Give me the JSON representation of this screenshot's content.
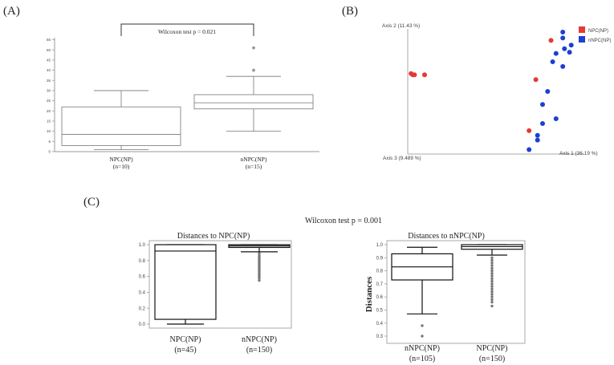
{
  "colors": {
    "npc": "#e53935",
    "nnpc": "#1e3fd1"
  },
  "chart_data": [
    {
      "panel": "(A)",
      "type": "box",
      "annotation": "Wilcoxon test p = 0.021",
      "yticks": [
        "0",
        "5",
        "10",
        "15",
        "20",
        "25",
        "30",
        "35",
        "40",
        "45",
        "50",
        "55"
      ],
      "ylim": [
        0,
        56
      ],
      "groups": [
        {
          "label": "NPC(NP)",
          "n_label": "(n=10)",
          "min": 1,
          "q1": 3,
          "median": 8.5,
          "q3": 22,
          "max": 30,
          "outliers": []
        },
        {
          "label": "nNPC(NP)",
          "n_label": "(n=15)",
          "min": 10,
          "q1": 21,
          "median": 24,
          "q3": 28,
          "max": 37,
          "outliers": [
            40,
            51
          ]
        }
      ]
    },
    {
      "panel": "(B)",
      "type": "scatter",
      "axis1": "Axis 1 (36.19 %)",
      "axis2": "Axis 2 (11.43 %)",
      "axis3": "Axis 3 (9.489 %)",
      "legend": [
        "NPC(NP)",
        "nNPC(NP)"
      ],
      "legend_position": "top-right",
      "series": [
        {
          "name": "NPC(NP)",
          "points": [
            [
              0.02,
              0.65
            ],
            [
              0.03,
              0.64
            ],
            [
              0.04,
              0.64
            ],
            [
              0.1,
              0.64
            ],
            [
              0.76,
              0.6
            ],
            [
              0.72,
              0.17
            ],
            [
              0.85,
              0.93
            ]
          ]
        },
        {
          "name": "nNPC(NP)",
          "points": [
            [
              0.92,
              1.0
            ],
            [
              0.92,
              0.95
            ],
            [
              0.97,
              0.89
            ],
            [
              0.93,
              0.86
            ],
            [
              0.96,
              0.83
            ],
            [
              0.88,
              0.82
            ],
            [
              0.86,
              0.75
            ],
            [
              0.92,
              0.71
            ],
            [
              0.83,
              0.5
            ],
            [
              0.8,
              0.39
            ],
            [
              0.88,
              0.27
            ],
            [
              0.8,
              0.23
            ],
            [
              0.77,
              0.13
            ],
            [
              0.77,
              0.09
            ],
            [
              0.72,
              0.01
            ]
          ]
        }
      ]
    },
    {
      "panel": "(C)",
      "annotation": "Wilcoxon test p = 0.001",
      "plots": [
        {
          "title": "Distances to NPC(NP)",
          "type": "box",
          "ylabel": "",
          "yticks": [
            "0.0",
            "0.2",
            "0.4",
            "0.6",
            "0.8",
            "1.0"
          ],
          "ylim": [
            0.0,
            1.0
          ],
          "groups": [
            {
              "label": "NPC(NP)",
              "n_label": "(n=45)",
              "min": 0.0,
              "q1": 0.06,
              "median": 0.92,
              "q3": 1.0,
              "max": 1.0,
              "outliers": []
            },
            {
              "label": "nNPC(NP)",
              "n_label": "(n=150)",
              "min": 0.91,
              "q1": 0.965,
              "median": 0.985,
              "q3": 1.0,
              "max": 1.0,
              "outliers": [
                0.89,
                0.86,
                0.84,
                0.82,
                0.8,
                0.78,
                0.76,
                0.74,
                0.72,
                0.7,
                0.68,
                0.66,
                0.64,
                0.62,
                0.6,
                0.58,
                0.55
              ]
            }
          ]
        },
        {
          "title": "Distances to nNPC(NP)",
          "type": "box",
          "ylabel": "Distances",
          "yticks": [
            "0.3",
            "0.4",
            "0.5",
            "0.6",
            "0.7",
            "0.8",
            "0.9",
            "1.0"
          ],
          "ylim": [
            0.3,
            1.0
          ],
          "groups": [
            {
              "label": "nNPC(NP)",
              "n_label": "(n=105)",
              "min": 0.47,
              "q1": 0.73,
              "median": 0.83,
              "q3": 0.93,
              "max": 0.98,
              "outliers": [
                0.38,
                0.3
              ]
            },
            {
              "label": "NPC(NP)",
              "n_label": "(n=150)",
              "min": 0.92,
              "q1": 0.965,
              "median": 0.985,
              "q3": 1.0,
              "max": 1.0,
              "outliers": [
                0.9,
                0.88,
                0.86,
                0.84,
                0.82,
                0.8,
                0.78,
                0.76,
                0.74,
                0.72,
                0.7,
                0.68,
                0.66,
                0.64,
                0.62,
                0.6,
                0.58,
                0.56,
                0.53
              ]
            }
          ]
        }
      ]
    }
  ]
}
